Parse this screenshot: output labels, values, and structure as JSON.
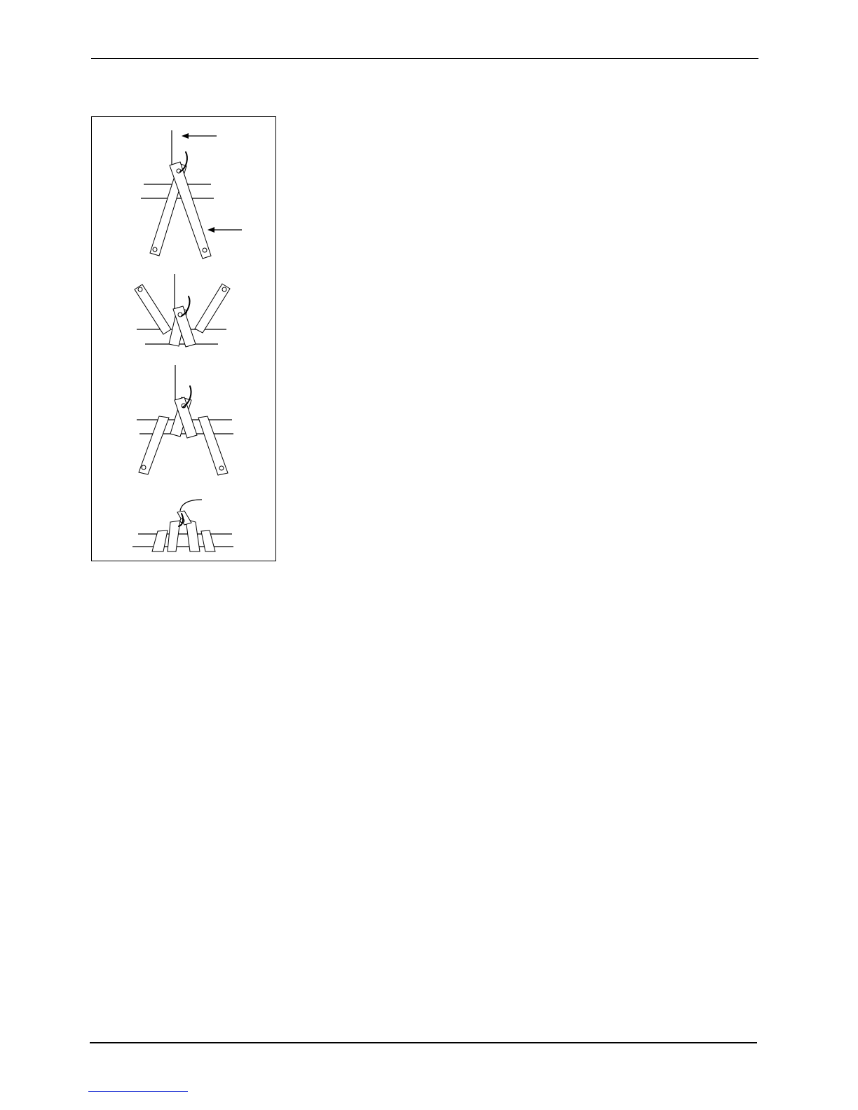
{
  "page": {
    "has_header_rule": true,
    "has_footer_rule": true,
    "footer_link_color": "#2b3dd6"
  },
  "figure": {
    "step_count": 4,
    "steps": [
      {
        "name": "step-1-crossed-straps-with-callout-arrows"
      },
      {
        "name": "step-2-straps-folded-up"
      },
      {
        "name": "step-3-straps-folded-down"
      },
      {
        "name": "step-4-finished-tie"
      }
    ],
    "icons": [
      "arrow-left-icon",
      "hook-icon"
    ]
  }
}
